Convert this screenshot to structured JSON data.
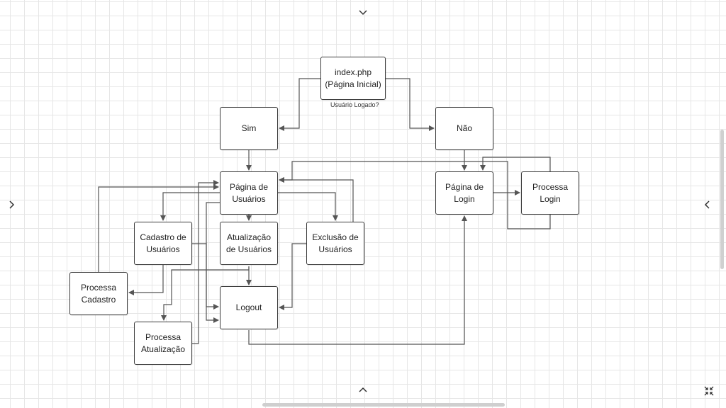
{
  "nodes": {
    "index": "index.php\n(Página Inicial)",
    "sim": "Sim",
    "nao": "Não",
    "pagina_usuarios": "Página de\nUsuários",
    "pagina_login": "Página de\nLogin",
    "processa_login": "Processa\nLogin",
    "cadastro_usuarios": "Cadastro de\nUsuários",
    "atualizacao_usuarios": "Atualização\nde Usuários",
    "exclusao_usuarios": "Exclusão de\nUsuários",
    "processa_cadastro": "Processa\nCadastro",
    "logout": "Logout",
    "processa_atualizacao": "Processa\nAtualização"
  },
  "question_label": "Usuário Logado?",
  "icons": {
    "top": "chevron-down-icon",
    "bottom": "chevron-up-icon",
    "left": "chevron-right-icon",
    "right": "chevron-left-icon",
    "corner": "collapse-icon"
  },
  "colors": {
    "line": "#555555",
    "border": "#3a3a3a",
    "grid": "#e6e6e6"
  }
}
